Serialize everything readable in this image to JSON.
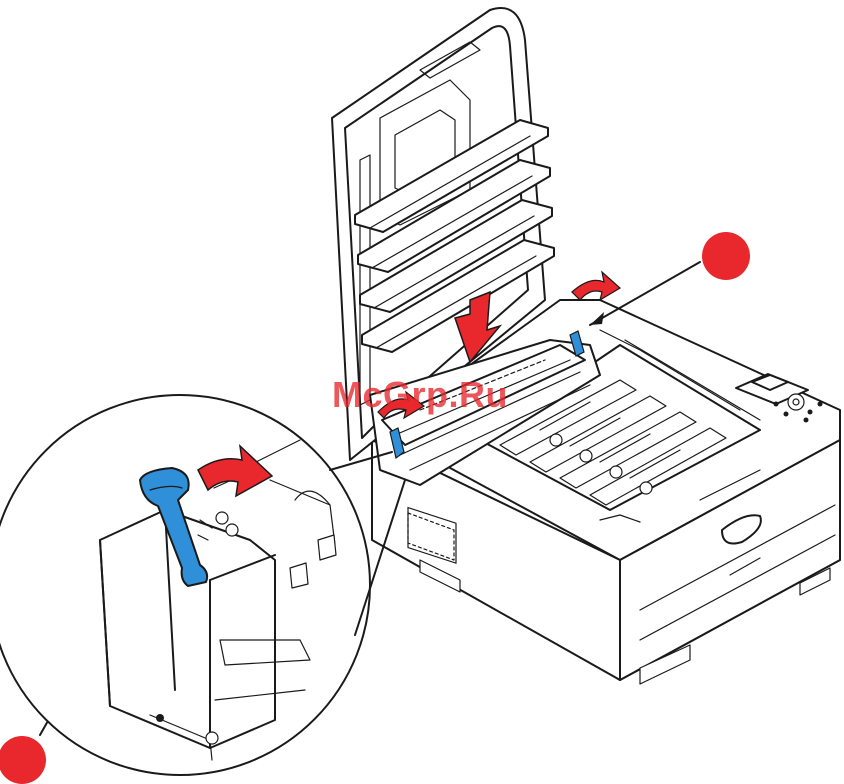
{
  "watermark": {
    "text": "McGrp.Ru"
  },
  "colors": {
    "callout_marker": "#e8282d",
    "release_lever": "#2f8fd8",
    "arrow": "#e8282d",
    "outline": "#1a1a1a"
  },
  "icons": {
    "callout_marker": "red-circle-marker",
    "lever": "blue-release-lever",
    "direction": "red-curved-arrow"
  }
}
